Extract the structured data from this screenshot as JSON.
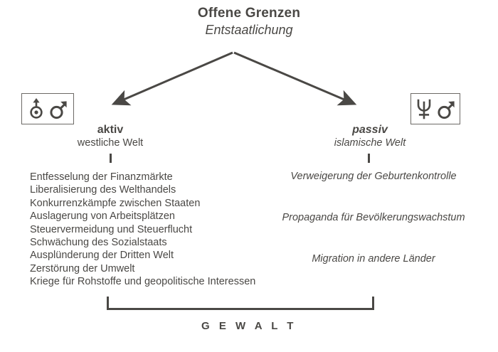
{
  "title": {
    "main": "Offene Grenzen",
    "sub": "Entstaatlichung"
  },
  "branches": {
    "left": {
      "symbols": {
        "box_label": "mars-up-dot-and-mars-symbols",
        "glyphs": [
          "mars-arrow-up-dot-symbol",
          "mars-symbol"
        ]
      },
      "heading": "aktiv",
      "subheading": "westliche Welt",
      "items": [
        "Entfesselung der Finanzmärkte",
        "Liberalisierung des Welthandels",
        "Konkurrenzkämpfe zwischen Staaten",
        "Auslagerung von Arbeitsplätzen",
        "Steuervermeidung und Steuerflucht",
        "Schwächung des Sozialstaats",
        "Ausplünderung der Dritten Welt",
        "Zerstörung der Umwelt",
        "Kriege für Rohstoffe und geopolitische Interessen"
      ]
    },
    "right": {
      "symbols": {
        "box_label": "neptune-and-mars-symbols",
        "glyphs": [
          "neptune-symbol",
          "mars-symbol"
        ]
      },
      "heading": "passiv",
      "subheading": "islamische Welt",
      "items": [
        "Verweigerung der Geburtenkontrolle",
        "Propaganda für Bevölkerungswachstum",
        "Migration in andere Länder"
      ]
    }
  },
  "outcome": {
    "label": "G E W A L T"
  },
  "colors": {
    "ink": "#4a4845",
    "line": "#4a4845",
    "box_border": "#6d6a66",
    "background": "#ffffff"
  }
}
